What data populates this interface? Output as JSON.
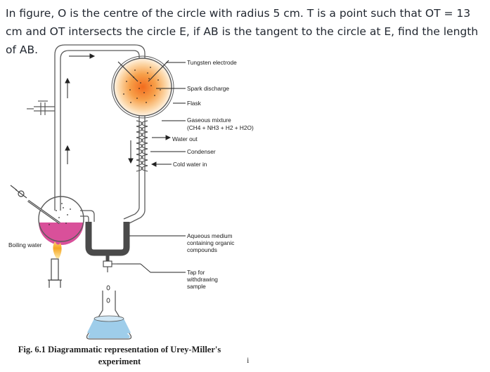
{
  "question": {
    "text": "In figure, O is the centre of the circle with radius 5 cm. T is a point such that OT = 13 cm and OT intersects the circle E, if AB is the tangent to the circle at E, find the length of AB."
  },
  "figure": {
    "labels": {
      "tungsten_electrode": "Tungsten electrode",
      "spark_discharge": "Spark discharge",
      "flask": "Flask",
      "gaseous_mixture": "Gaseous mixture",
      "gaseous_formula": "(CH4 + NH3 + H2 + H2O)",
      "water_out": "Water out",
      "condenser": "Condenser",
      "cold_water_in": "Cold water in",
      "boiling_water": "Boiling water",
      "aqueous_1": "Aqueous medium",
      "aqueous_2": "containing organic",
      "aqueous_3": "compounds",
      "tap_1": "Tap for",
      "tap_2": "withdrawing",
      "tap_3": "sample"
    },
    "caption_line1": "Fig. 6.1 Diagrammatic representation of Urey-Miller's",
    "caption_line2": "experiment",
    "info_mark": "i"
  },
  "colors": {
    "glass": "#5a5a5a",
    "spark_glow": "#f7942c",
    "boiling_liquid": "#d9509a",
    "aqueous_liquid": "#4a4a4a",
    "collected_liquid": "#9ecdea",
    "burner_flame": "#f5a623"
  }
}
